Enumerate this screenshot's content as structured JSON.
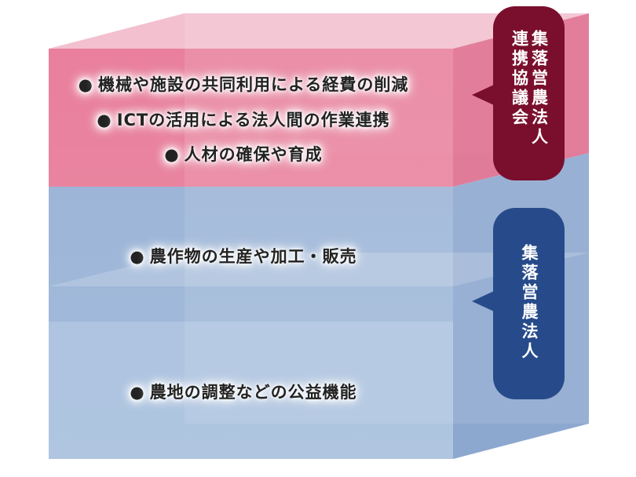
{
  "council": {
    "label_columns": [
      "集落営農法人",
      "連携協議会"
    ],
    "color": "#7a0f2d",
    "items": [
      "機械や施設の共同利用による経費の削減",
      "ICTの活用による法人間の作業連携",
      "人材の確保や育成"
    ]
  },
  "corporation": {
    "label_columns": [
      "集落営農法人"
    ],
    "color": "#274b8a",
    "items": [
      "農作物の生産や加工・販売",
      "農地の調整などの公益機能"
    ]
  },
  "bullet": "●"
}
